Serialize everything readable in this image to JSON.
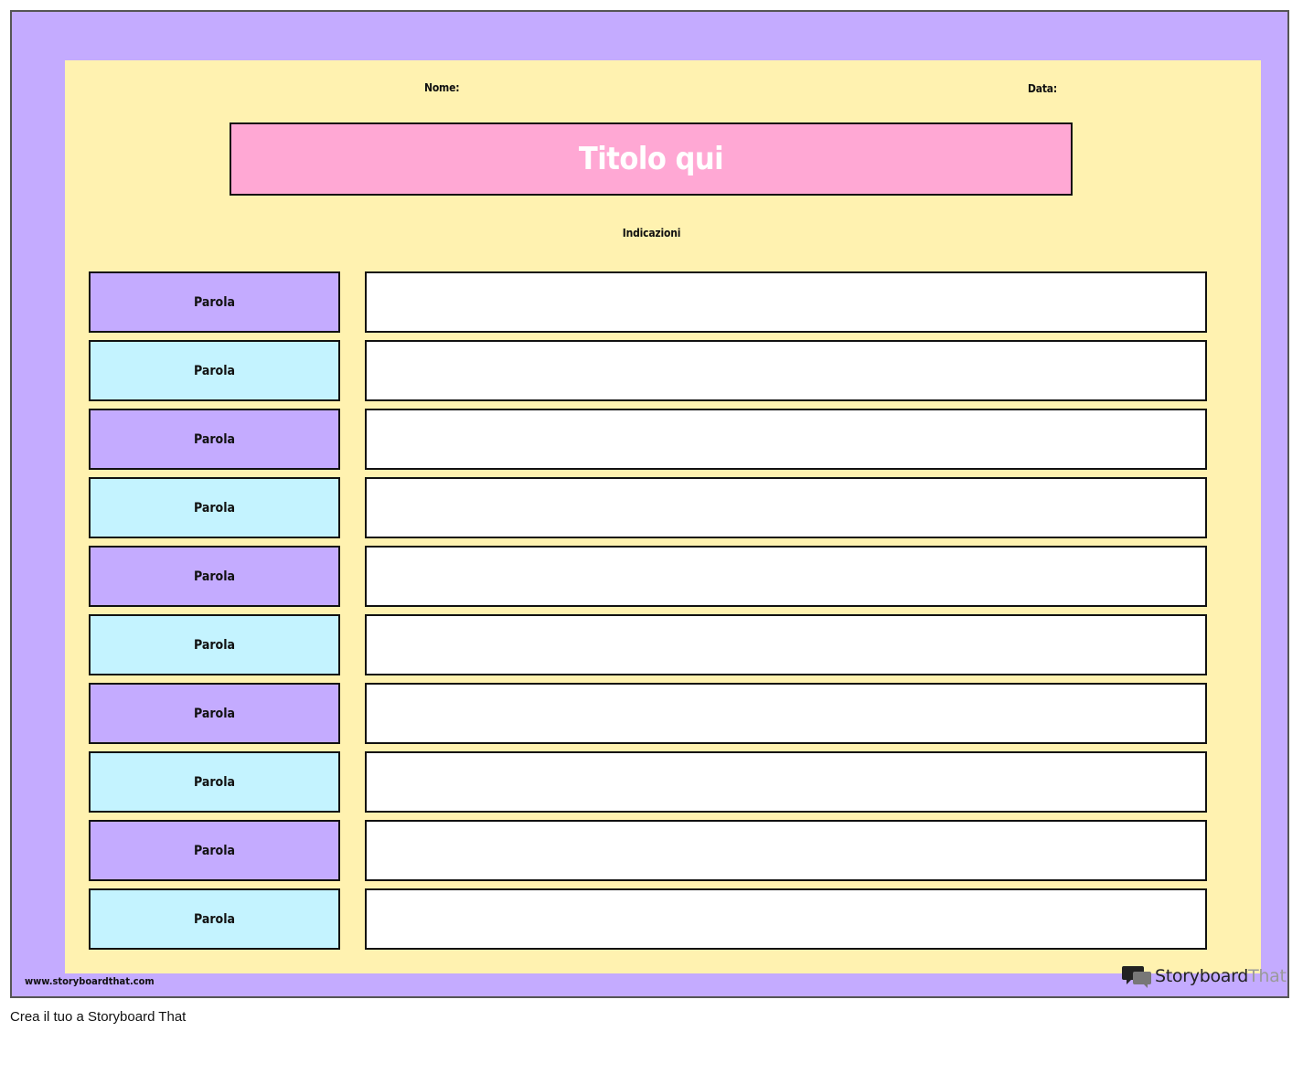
{
  "worksheet": {
    "name_label": "Nome:",
    "date_label": "Data:",
    "title": "Titolo qui",
    "directions": "Indicazioni",
    "rows": [
      {
        "word": "Parola",
        "color": "purple"
      },
      {
        "word": "Parola",
        "color": "cyan"
      },
      {
        "word": "Parola",
        "color": "purple"
      },
      {
        "word": "Parola",
        "color": "cyan"
      },
      {
        "word": "Parola",
        "color": "purple"
      },
      {
        "word": "Parola",
        "color": "cyan"
      },
      {
        "word": "Parola",
        "color": "purple"
      },
      {
        "word": "Parola",
        "color": "cyan"
      },
      {
        "word": "Parola",
        "color": "purple"
      },
      {
        "word": "Parola",
        "color": "cyan"
      }
    ]
  },
  "footer": {
    "url": "www.storyboardthat.com",
    "logo_word1": "Storyboard",
    "logo_word2": "That",
    "logo_icon": "speech-bubbles-icon"
  },
  "caption": "Crea il tuo a Storyboard That",
  "colors": {
    "frame": "#c4abff",
    "sheet": "#fff2b0",
    "title_box": "#ffa8d4",
    "purple": "#c4abff",
    "cyan": "#c4f3ff"
  }
}
